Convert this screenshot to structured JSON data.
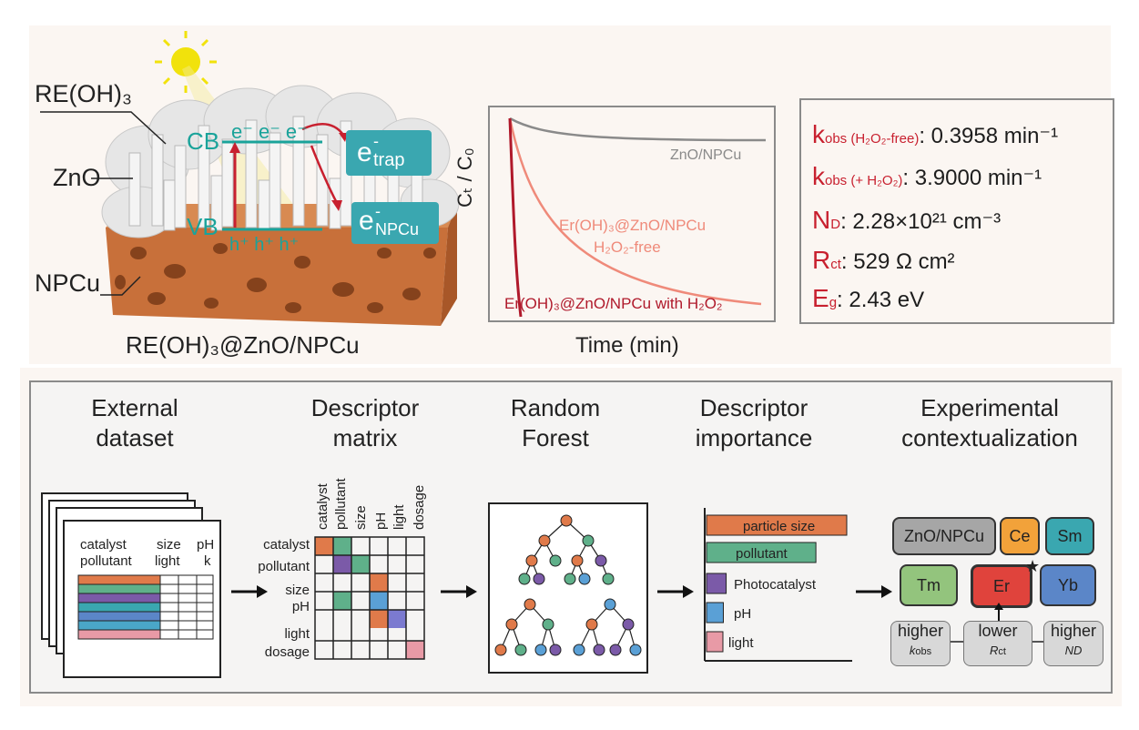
{
  "top": {
    "illustration": {
      "label_re_oh3": "RE(OH)₃",
      "label_zno": "ZnO",
      "label_npcu": "NPCu",
      "caption": "RE(OH)₃@ZnO/NPCu",
      "cb_label": "CB",
      "vb_label": "VB",
      "electrons": "e⁻  e⁻  e⁻",
      "holes": "h⁺ h⁺ h⁺",
      "e_trap": "e⁻trap",
      "e_trap_main": "e",
      "e_trap_sup": "-",
      "e_trap_sub": "trap",
      "e_npcu_main": "e",
      "e_npcu_sup": "-",
      "e_npcu_sub": "NPCu",
      "colors": {
        "substrate": "#c8703a",
        "nanorods": "#e9e9e9",
        "band": "#1aa39a",
        "arrow": "#c8202f",
        "sun": "#f1e20c"
      }
    },
    "kinetics": {
      "ylabel": "Cₜ / C₀",
      "xlabel": "Time (min)",
      "curve1_label": "ZnO/NPCu",
      "curve2_label_line1": "Er(OH)₃@ZnO/NPCu",
      "curve2_label_line2": "H₂O₂-free",
      "curve3_label": "Er(OH)₃@ZnO/NPCu with H₂O₂"
    },
    "properties": [
      {
        "sym": "k",
        "sub": "obs (H₂O₂-free)",
        "value": ": 0.3958 min⁻¹"
      },
      {
        "sym": "k",
        "sub": "obs (+ H₂O₂)",
        "value": ": 3.9000 min⁻¹"
      },
      {
        "sym": "N",
        "sub": "D",
        "value": ": 2.28×10²¹ cm⁻³"
      },
      {
        "sym": "R",
        "sub": "ct",
        "value": ": 529  Ω cm²"
      },
      {
        "sym": "E",
        "sub": "g",
        "value": ": 2.43 eV"
      }
    ]
  },
  "workflow": {
    "steps": [
      {
        "line1": "External",
        "line2": "dataset"
      },
      {
        "line1": "Descriptor",
        "line2": "matrix"
      },
      {
        "line1": "Random",
        "line2": "Forest"
      },
      {
        "line1": "Descriptor",
        "line2": "importance"
      },
      {
        "line1": "Experimental",
        "line2": "contextualization"
      }
    ],
    "dataset_card": {
      "row1": [
        "catalyst",
        "size",
        "pH"
      ],
      "row2": [
        "pollutant",
        "light",
        "k"
      ]
    },
    "matrix": {
      "col_labels": [
        "catalyst",
        "pollutant",
        "size",
        "pH",
        "light",
        "dosage"
      ],
      "row_labels": [
        "catalyst",
        "pollutant",
        "size",
        "pH",
        "light",
        "dosage"
      ]
    },
    "importance": {
      "bars": [
        {
          "label": "particle size",
          "value": 1.0,
          "color": "#e07a4a"
        },
        {
          "label": "pollutant",
          "value": 0.78,
          "color": "#5fb08a"
        },
        {
          "label": "Photocatalyst",
          "value": 0.14,
          "color": "#7b5aa8"
        },
        {
          "label": "pH",
          "value": 0.12,
          "color": "#5aa0d6"
        },
        {
          "label": "light",
          "value": 0.1,
          "color": "#e89aa6"
        }
      ]
    },
    "context": {
      "chips": [
        {
          "label": "ZnO/NPCu",
          "color": "#a6a6a6"
        },
        {
          "label": "Ce",
          "color": "#f2a23a"
        },
        {
          "label": "Sm",
          "color": "#3aa7b0"
        },
        {
          "label": "Tm",
          "color": "#93c47d"
        },
        {
          "label": "Er",
          "color": "#e0433c"
        },
        {
          "label": "Yb",
          "color": "#5b86c8"
        }
      ],
      "star": "★",
      "factors": [
        {
          "word": "higher",
          "symbol": "kobs"
        },
        {
          "word": "lower",
          "symbol": "Rct"
        },
        {
          "word": "higher",
          "symbol": "ND"
        }
      ]
    }
  }
}
